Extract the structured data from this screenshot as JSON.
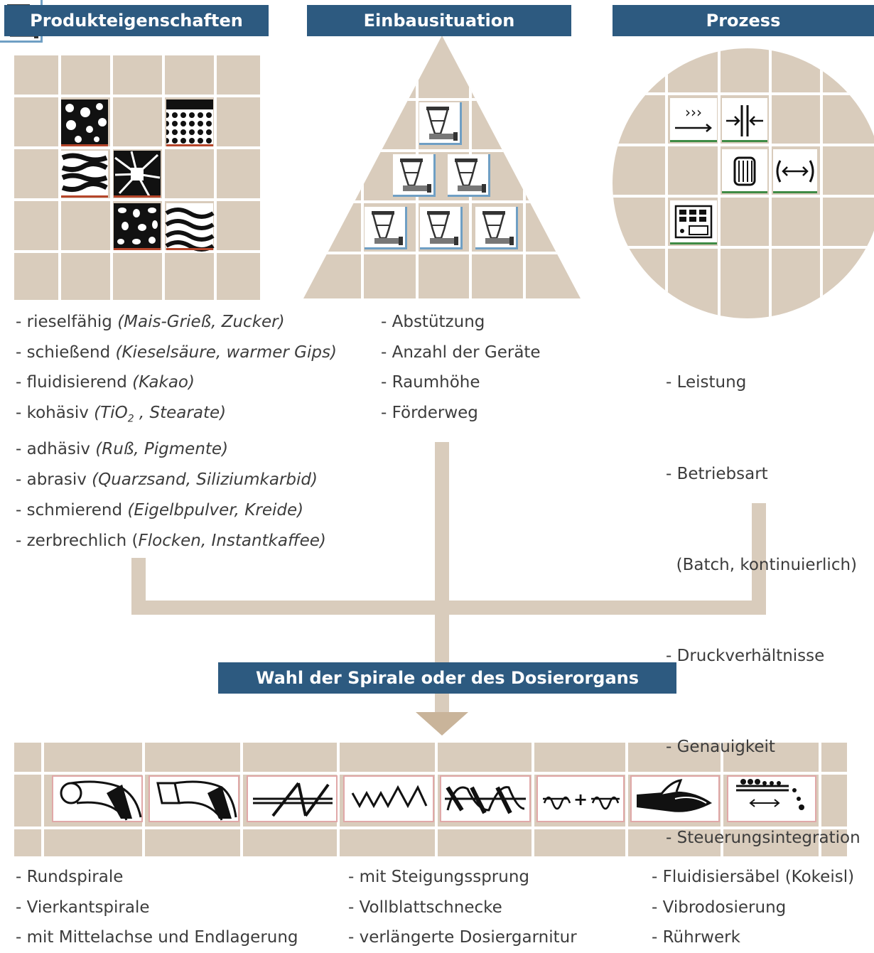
{
  "headers": {
    "product": "Produkteigenschaften",
    "installation": "Einbausituation",
    "process": "Prozess",
    "selection": "Wahl der Spirale oder des Dosierorgans"
  },
  "product_items": [
    {
      "main": "- rieselfähig ",
      "example": "(Mais-Grieß, Zucker)"
    },
    {
      "main": "- schießend ",
      "example": "(Kieselsäure, warmer Gips)"
    },
    {
      "main": "- fluidisierend ",
      "example": "(Kakao)"
    },
    {
      "main": "- kohäsiv ",
      "example_a": "(TiO",
      "sub": "2",
      "example_b": " , Stearate)"
    },
    {
      "main": "- adhäsiv ",
      "example": "(Ruß, Pigmente)"
    },
    {
      "main": "- abrasiv ",
      "example": "(Quarzsand, Siliziumkarbid)"
    },
    {
      "main": "- schmierend ",
      "example": "(Eigelbpulver, Kreide)"
    },
    {
      "main": "- zerbrechlich (",
      "example": "Flocken, Instantkaffee)"
    }
  ],
  "installation_items": [
    "- Abstützung",
    "- Anzahl der Geräte",
    "- Raumhöhe",
    "- Förderweg"
  ],
  "process_items": [
    "- Leistung",
    "- Betriebsart",
    "  (Batch, kontinuierlich)",
    "- Druckverhältnisse",
    "- Genauigkeit",
    "- Steuerungsintegration"
  ],
  "device_col1": [
    "- Rundspirale",
    "- Vierkantspirale",
    "- mit Mittelachse und Endlagerung"
  ],
  "device_col2": [
    "- mit Steigungssprung",
    "- Vollblattschnecke",
    "- verlängerte Dosiergarnitur"
  ],
  "device_col3": [
    "- Fluidisiersäbel (Kokeisl)",
    "- Vibrodosierung",
    "- Rührwerk"
  ],
  "colors": {
    "header_bg": "#2d5a80",
    "tan": "#d9ccbc",
    "arrow": "#c9b49a",
    "product_accent": "#b5452a",
    "install_accent": "#6f9fc4",
    "process_accent": "#3f8b45"
  },
  "icons": {
    "product": [
      "coarse-granules-icon",
      "fine-granules-icon",
      "flakes-icon",
      "fracture-icon",
      "lumps-icon",
      "waves-icon"
    ],
    "installation": [
      "hopper-screw-icon"
    ],
    "process": [
      "flow-arrows-icon",
      "pressure-icon",
      "drum-icon",
      "range-arrows-icon",
      "control-panel-icon"
    ],
    "devices": [
      "round-spiral-icon",
      "square-spiral-icon",
      "center-axis-spiral-icon",
      "pitch-jump-spiral-icon",
      "full-blade-screw-icon",
      "extended-dosing-icon",
      "fluidizing-saber-icon",
      "vibro-dosing-icon"
    ]
  }
}
